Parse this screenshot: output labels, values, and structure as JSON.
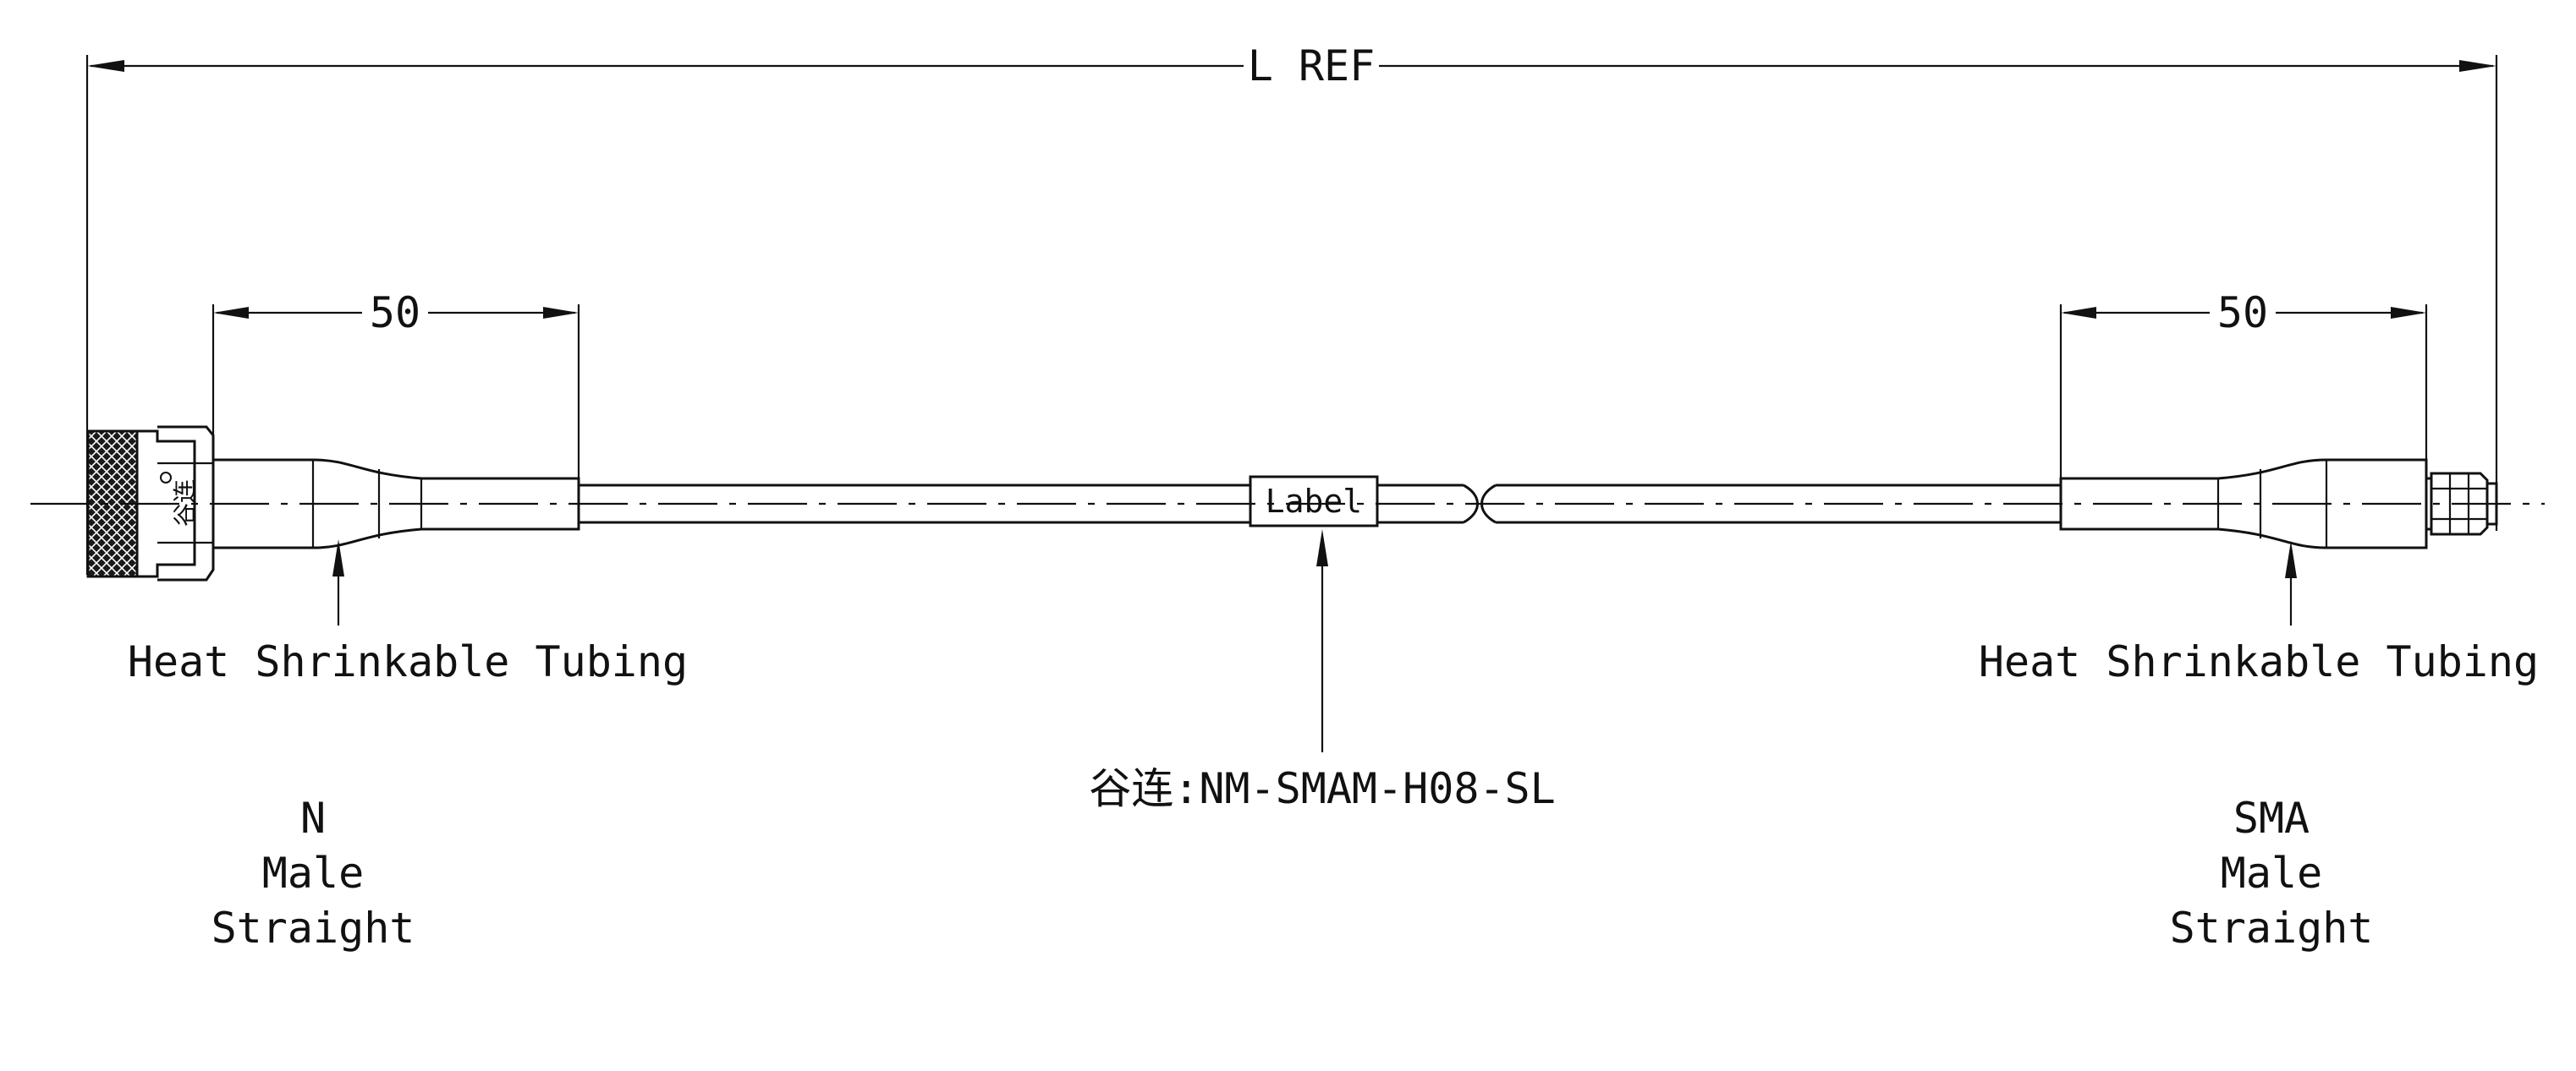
{
  "dimensions": {
    "overall_label": "L REF",
    "left_length": "50",
    "right_length": "50"
  },
  "callouts": {
    "left_tubing": "Heat Shrinkable Tubing",
    "right_tubing": "Heat Shrinkable Tubing",
    "label_box": "Label",
    "part_number": "谷连:NM-SMAM-H08-SL"
  },
  "connectors": {
    "left": {
      "type": "N",
      "gender": "Male",
      "style": "Straight",
      "logo": "谷连"
    },
    "right": {
      "type": "SMA",
      "gender": "Male",
      "style": "Straight"
    }
  }
}
